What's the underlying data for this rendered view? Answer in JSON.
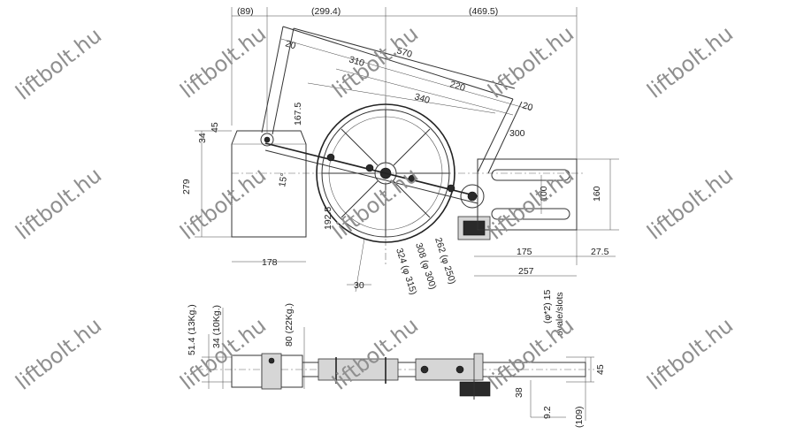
{
  "watermark": "liftbolt.hu",
  "dimensions": {
    "top_left": "(89)",
    "top_mid": "(299.4)",
    "top_right": "(469.5)",
    "arm_570": "570",
    "arm_310": "310",
    "arm_220": "220",
    "arm_20a": "20",
    "arm_20b": "20",
    "arm_340": "340",
    "left_167": "167.5",
    "left_45": "45",
    "left_34": "34",
    "left_279": "279",
    "angle_15": "15°",
    "bottom_178": "178",
    "radius_192": "192.5",
    "bottom_30": "30",
    "dia_324": "324 (φ 315)",
    "dia_308": "308 (φ 300)",
    "dia_262": "262 (φ 250)",
    "right_300": "300",
    "right_160": "160",
    "right_100": "100",
    "right_175": "175",
    "right_27": "27.5",
    "right_257": "257",
    "slots_a": "(φ*2) 15",
    "slots_b": "ovale/slots",
    "side_51": "51.4 (13Kg.)",
    "side_34": "34 (10Kg.)",
    "side_80": "80 (22Kg.)",
    "side_45": "45",
    "side_38": "38",
    "side_92": "9.2",
    "side_109": "(109)"
  }
}
